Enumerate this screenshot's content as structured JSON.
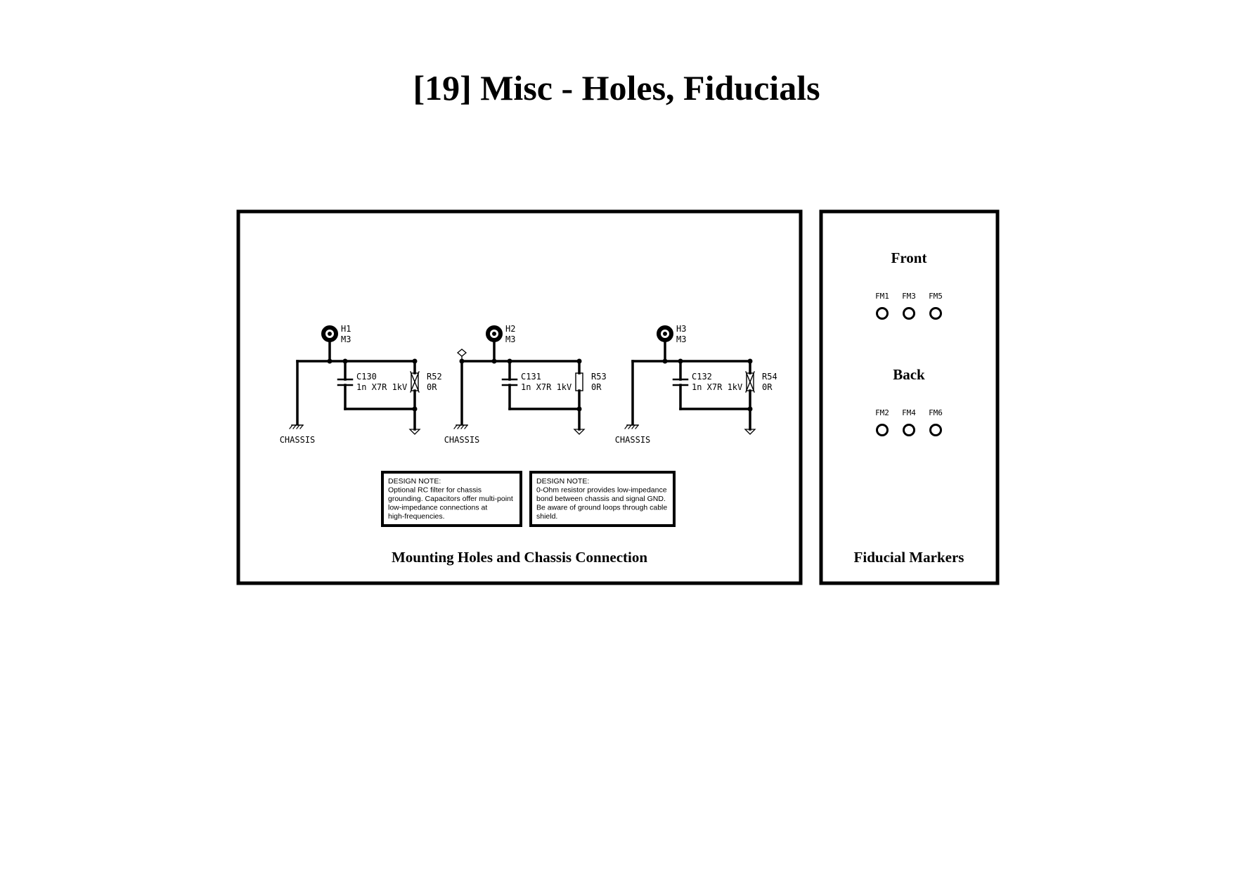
{
  "title": "[19] Misc - Holes, Fiducials",
  "colors": {
    "ink": "#000000",
    "paper": "#ffffff"
  },
  "mounting_panel": {
    "title": "Mounting Holes and Chassis Connection",
    "circuits": [
      {
        "hole": {
          "ref": "H1",
          "value": "M3"
        },
        "capacitor": {
          "ref": "C130",
          "value": "1n X7R 1kV"
        },
        "resistor": {
          "ref": "R52",
          "value": "0R",
          "populated": false
        },
        "chassis_label": "CHASSIS",
        "test_point": false
      },
      {
        "hole": {
          "ref": "H2",
          "value": "M3"
        },
        "capacitor": {
          "ref": "C131",
          "value": "1n X7R 1kV"
        },
        "resistor": {
          "ref": "R53",
          "value": "0R",
          "populated": true
        },
        "chassis_label": "CHASSIS",
        "test_point": true
      },
      {
        "hole": {
          "ref": "H3",
          "value": "M3"
        },
        "capacitor": {
          "ref": "C132",
          "value": "1n X7R 1kV"
        },
        "resistor": {
          "ref": "R54",
          "value": "0R",
          "populated": false
        },
        "chassis_label": "CHASSIS",
        "test_point": false
      }
    ],
    "notes": [
      {
        "lines": [
          "DESIGN NOTE:",
          "Optional RC filter for chassis",
          "grounding. Capacitors offer multi-point",
          "low-impedance connections at",
          "high-frequencies."
        ]
      },
      {
        "lines": [
          "DESIGN NOTE:",
          "0-Ohm resistor provides low-impedance",
          "bond between chassis and signal GND.",
          "Be aware of ground loops through cable",
          "shield."
        ]
      }
    ]
  },
  "fiducial_panel": {
    "title": "Fiducial Markers",
    "groups": [
      {
        "label": "Front",
        "markers": [
          "FM1",
          "FM3",
          "FM5"
        ]
      },
      {
        "label": "Back",
        "markers": [
          "FM2",
          "FM4",
          "FM6"
        ]
      }
    ]
  }
}
